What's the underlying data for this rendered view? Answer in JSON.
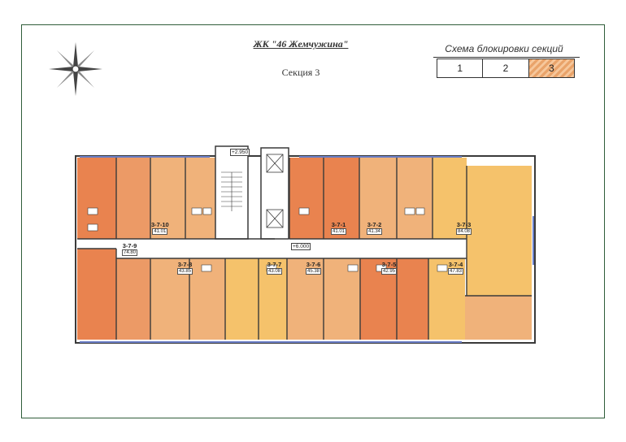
{
  "header": {
    "title": "ЖК \"46 Жемчужина\"",
    "section": "Секция 3"
  },
  "lock_scheme": {
    "title": "Схема блокировки секций",
    "cells": [
      "1",
      "2",
      "3"
    ],
    "active_index": 2,
    "active_color": "#f2b37c"
  },
  "levels": {
    "top": "+2.950",
    "mid": "+6.000"
  },
  "apartments": [
    {
      "num": "3-7-10",
      "area": "41.01"
    },
    {
      "num": "3-7-1",
      "area": "41.01"
    },
    {
      "num": "3-7-2",
      "area": "41.34"
    },
    {
      "num": "3-7-3",
      "area": "84.08"
    },
    {
      "num": "3-7-9",
      "area": "74.80"
    },
    {
      "num": "3-7-8",
      "area": "43.85"
    },
    {
      "num": "3-7-7",
      "area": "43.08"
    },
    {
      "num": "3-7-6",
      "area": "45.38"
    },
    {
      "num": "3-7-5",
      "area": "42.95"
    },
    {
      "num": "3-7-4",
      "area": "47.83"
    }
  ],
  "colors": {
    "frame": "#2f5d3a",
    "wall": "#3a3a3a",
    "apt_light": "#f0b27a",
    "apt_mid": "#ec9a66",
    "apt_dark": "#e9834f",
    "apt_yellow": "#f5c26b",
    "corridor": "#ffffff",
    "balcony": "#6b7fc7"
  }
}
